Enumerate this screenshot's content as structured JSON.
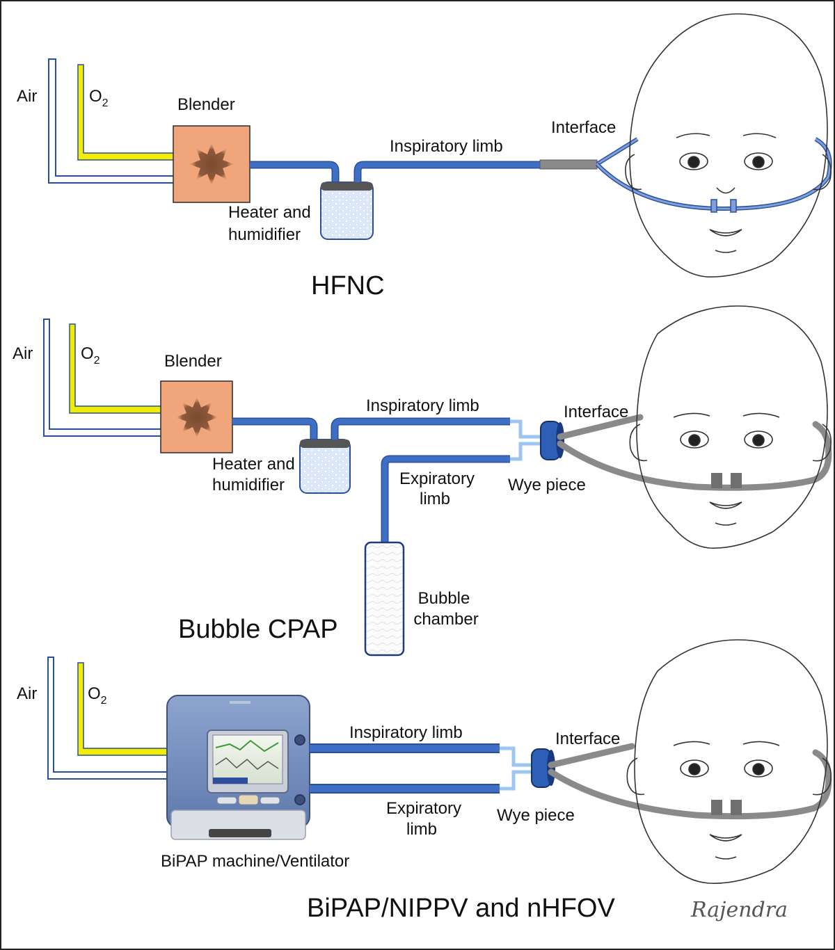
{
  "sections": [
    {
      "title": "HFNC",
      "labels": {
        "air": "Air",
        "o2_main": "O",
        "o2_sub": "2",
        "blender": "Blender",
        "humidifier_line1": "Heater and",
        "humidifier_line2": "humidifier",
        "inspiratory": "Inspiratory limb",
        "interface": "Interface"
      }
    },
    {
      "title": "Bubble CPAP",
      "labels": {
        "air": "Air",
        "o2_main": "O",
        "o2_sub": "2",
        "blender": "Blender",
        "humidifier_line1": "Heater and",
        "humidifier_line2": "humidifier",
        "inspiratory": "Inspiratory limb",
        "expiratory_line1": "Expiratory",
        "expiratory_line2": "limb",
        "interface": "Interface",
        "wye": "Wye piece",
        "bubble_line1": "Bubble",
        "bubble_line2": "chamber"
      }
    },
    {
      "title": "BiPAP/NIPPV and nHFOV",
      "labels": {
        "air": "Air",
        "o2_main": "O",
        "o2_sub": "2",
        "machine": "BiPAP machine/Ventilator",
        "inspiratory": "Inspiratory limb",
        "expiratory_line1": "Expiratory",
        "expiratory_line2": "limb",
        "interface": "Interface",
        "wye": "Wye piece"
      }
    }
  ],
  "signature": "Rajendra",
  "colors": {
    "tube_blue": "#3f6fc4",
    "tube_outline": "#2a4f9a",
    "o2_yellow": "#f2ec00",
    "blender_fill": "#f0a57a",
    "wye_light": "#9cc6f0",
    "interface_gray": "#8a8a8a"
  }
}
